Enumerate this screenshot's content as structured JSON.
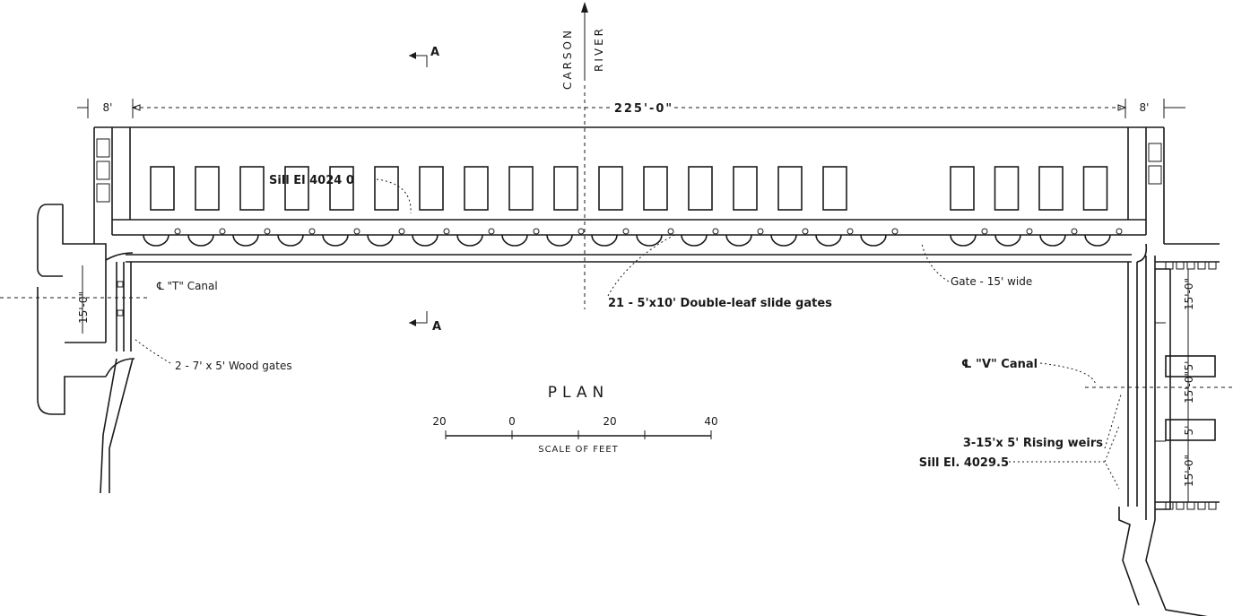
{
  "north_arrow": {
    "line1": "CARSON",
    "line2": "RIVER"
  },
  "section_marks": {
    "top": "A",
    "bottom": "A"
  },
  "dimensions": {
    "overall_length": "225'-0\"",
    "left_wall": "8'",
    "right_wall": "8'",
    "left_canal_width": "15'-0\"",
    "right_column": [
      "15'-0\"",
      "5'",
      "15'-0\"",
      "5'",
      "15'-0\""
    ]
  },
  "labels": {
    "sill_left": "Sill El 4024 0",
    "t_canal": "℄ \"T\" Canal",
    "wood_gates": "2 - 7' x 5' Wood gates",
    "slide_gates": "21 - 5'x10' Double-leaf slide gates",
    "gate_wide": "Gate - 15' wide",
    "v_canal": "℄ \"V\" Canal",
    "rising_weirs": "3-15'x 5' Rising weirs",
    "sill_right": "Sill El. 4029.5"
  },
  "plan_title": "PLAN",
  "scale_bar": {
    "ticks": [
      "20",
      "0",
      "20",
      "40"
    ],
    "caption": "SCALE OF FEET"
  }
}
